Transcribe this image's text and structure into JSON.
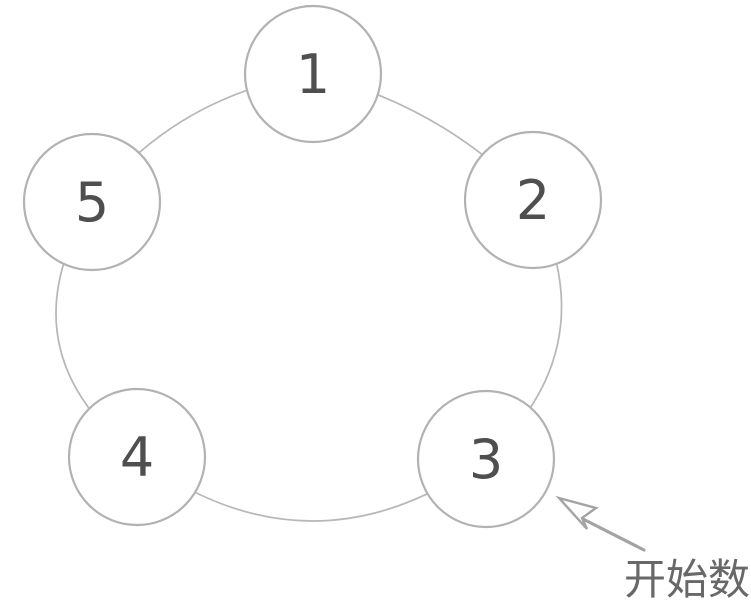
{
  "diagram": {
    "kind": "circular-counting-diagram",
    "nodes": [
      {
        "label": "1"
      },
      {
        "label": "2"
      },
      {
        "label": "3"
      },
      {
        "label": "4"
      },
      {
        "label": "5"
      }
    ],
    "annotation": {
      "text": "开始数",
      "points_to_node": "3"
    },
    "colors": {
      "background": "#ffffff",
      "ring_stroke": "#b7b7b7",
      "node_border": "#b2b2b2",
      "node_fill": "#ffffff",
      "node_label": "#4f4f4f",
      "arrow": "#a3a3a3",
      "annotation_text": "#686868"
    }
  }
}
